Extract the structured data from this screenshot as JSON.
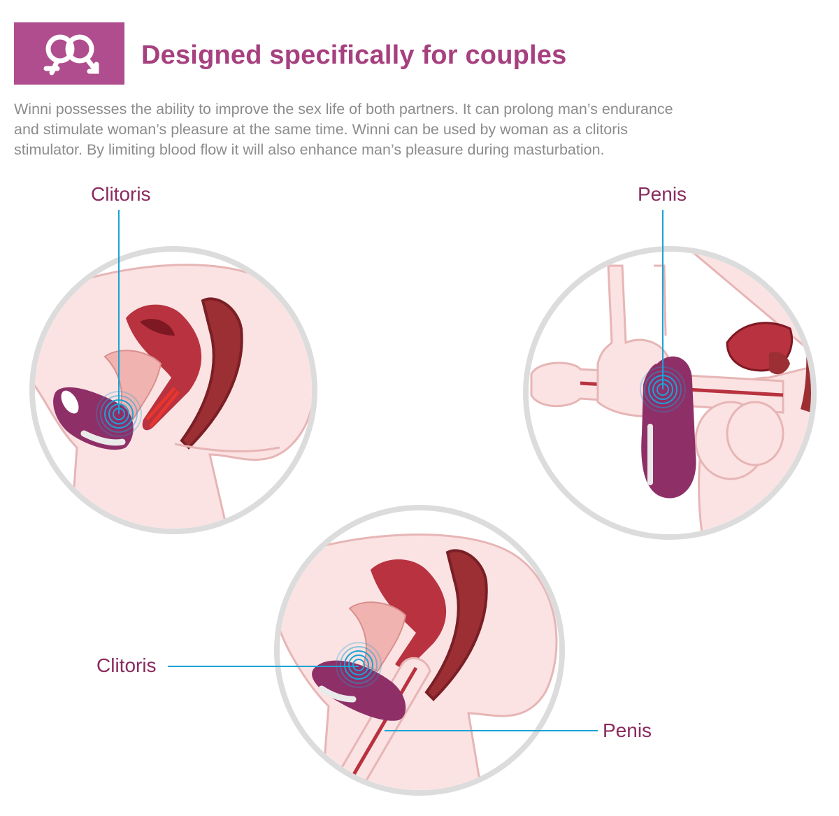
{
  "header": {
    "icon": "male-female-symbol-icon",
    "title": "Designed specifically for couples"
  },
  "description": {
    "lines": [
      "Winni possesses the ability to improve the sex life of both partners. It can prolong man’s endurance",
      "and stimulate woman’s pleasure at the same time. Winni can be used by woman as a clitoris",
      "stimulator. By limiting blood flow it will also enhance man’s pleasure during masturbation."
    ]
  },
  "illustrations": {
    "female": {
      "label": "Clitoris"
    },
    "male": {
      "label": "Penis"
    },
    "couple": {
      "label_left": "Clitoris",
      "label_right": "Penis"
    }
  },
  "colors": {
    "badge": "#b04d8e",
    "title": "#a6407f",
    "label": "#8a2a5e",
    "pointer": "#1aa3d6",
    "device": "#8e2f67",
    "skin": "#fbe3e3",
    "circle_ring": "#dcdcdc"
  }
}
